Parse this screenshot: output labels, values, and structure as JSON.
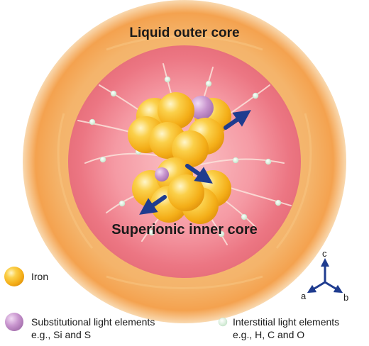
{
  "title_outer": "Liquid outer core",
  "title_inner": "Superionic inner core",
  "legend": {
    "iron": "Iron",
    "substitutional_line1": "Substitutional light elements",
    "substitutional_line2": "e.g., Si and S",
    "interstitial_line1": "Interstitial light elements",
    "interstitial_line2": "e.g., H, C and O"
  },
  "axes": {
    "c": "c",
    "a": "a",
    "b": "b"
  },
  "colors": {
    "iron": "#f5b81c",
    "substitutional": "#c58fc9",
    "interstitial": "#d6ecd8",
    "outer_core": "#f2a14e",
    "inner_core": "#ee7a86",
    "arrow": "#1f3c8f"
  }
}
